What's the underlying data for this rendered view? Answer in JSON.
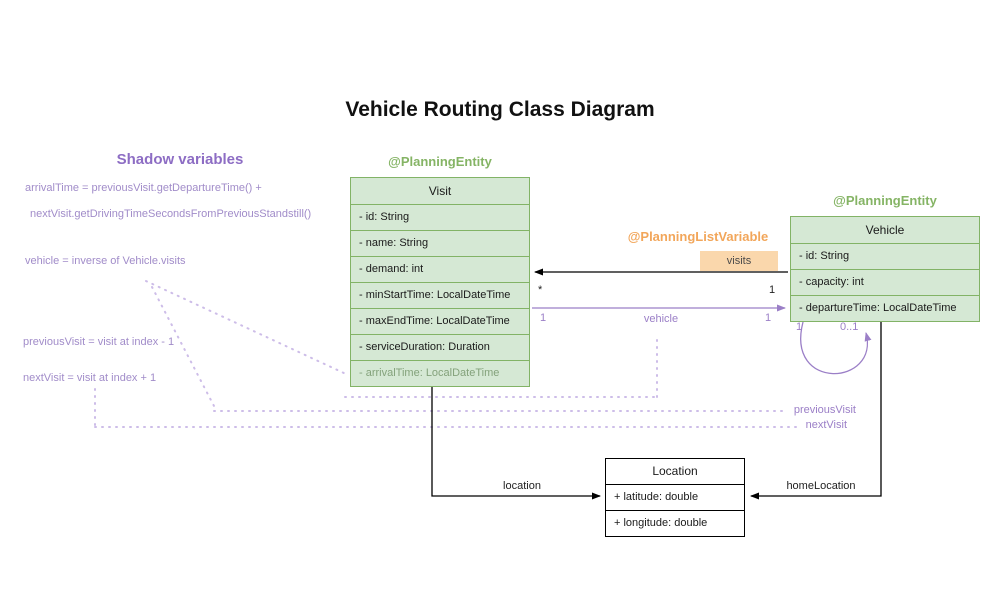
{
  "title": "Vehicle Routing Class Diagram",
  "shadow_panel": {
    "heading": "Shadow variables",
    "lines": [
      "arrivalTime = previousVisit.getDepartureTime() +",
      "nextVisit.getDrivingTimeSecondsFromPreviousStandstill()",
      "vehicle = inverse of Vehicle.visits",
      "previousVisit = visit at index - 1",
      "nextVisit = visit at index + 1"
    ]
  },
  "annotations": {
    "visit": "@PlanningEntity",
    "vehicle": "@PlanningEntity",
    "visits_list": "@PlanningListVariable"
  },
  "classes": {
    "visit": {
      "name": "Visit",
      "fields": [
        "- id: String",
        "- name: String",
        "- demand: int",
        "- minStartTime: LocalDateTime",
        "- maxEndTime: LocalDateTime",
        "- serviceDuration: Duration"
      ],
      "shadow_field": "- arrivalTime: LocalDateTime"
    },
    "vehicle": {
      "name": "Vehicle",
      "fields": [
        "- id: String",
        "- capacity: int",
        "- departureTime: LocalDateTime"
      ]
    },
    "location": {
      "name": "Location",
      "fields": [
        "+ latitude: double",
        "+ longitude: double"
      ]
    }
  },
  "relations": {
    "visits": {
      "label": "visits",
      "mult_visit_end": "*",
      "mult_vehicle_end": "1"
    },
    "vehicle_ref": {
      "label": "vehicle",
      "mult_visit_end": "1",
      "mult_vehicle_end": "1"
    },
    "chain": {
      "mult_left": "1",
      "mult_right": "0..1",
      "label_previous": "previousVisit",
      "label_next": "nextVisit"
    },
    "location_ref": {
      "label": "location"
    },
    "home_location_ref": {
      "label": "homeLocation"
    }
  },
  "colors": {
    "class_green_fill": "#d5e8d4",
    "class_green_border": "#82b366",
    "annotation_green": "#85b465",
    "annotation_orange": "#f2a65a",
    "badge_orange_fill": "#fad7ac",
    "purple_heading": "#8d6dc4",
    "purple_text": "#a18cc9",
    "purple_connector": "#9b7fc7",
    "purple_dotted": "#cdbde8"
  }
}
